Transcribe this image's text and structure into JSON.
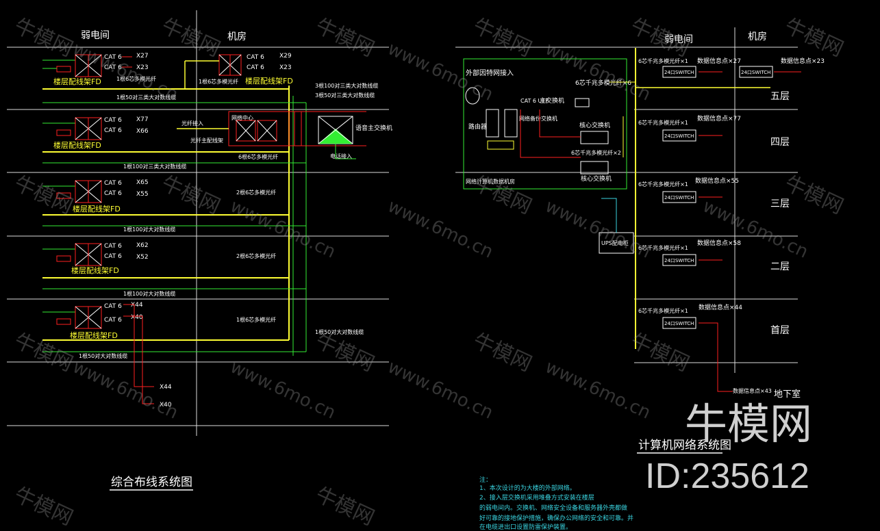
{
  "left": {
    "header_weak": "弱电间",
    "header_room": "机房",
    "title": "综合布线系统图",
    "cat6": "CAT 6",
    "floors": [
      {
        "fd": "楼层配线架FD",
        "x1": "X27",
        "x2": "X23",
        "note": "1根6芯多模光纤",
        "trunk": "1根50对三类大对数线缆"
      },
      {
        "fd": "楼层配线架FD",
        "x1": "X77",
        "x2": "X66",
        "note": "",
        "trunk": "1根100对三类大对数线缆"
      },
      {
        "fd": "楼层配线架FD",
        "x1": "X65",
        "x2": "X55",
        "note": "",
        "trunk": "1根100对大对数线缆"
      },
      {
        "fd": "楼层配线架FD",
        "x1": "X62",
        "x2": "X52",
        "note": "",
        "trunk": "1根100对大对数线缆"
      },
      {
        "fd": "楼层配线架FD",
        "x1": "X44",
        "x2": "X40",
        "note": "",
        "trunk": "1根50对大对数线缆"
      }
    ],
    "x44_out": "X44",
    "x40_out": "X40",
    "room": {
      "fd": "楼层配线架FD",
      "x1": "X29",
      "x2": "X23",
      "fiber_note": "1根6芯多模光纤",
      "cable_note_1": "3根100对三类大对数线缆",
      "cable_note_2": "3根50对三类大对数线缆",
      "net_center": "网络中心",
      "fiber_in": "光纤接入",
      "main_frame": "光纤主配线架",
      "voice_switch": "语音主交换机",
      "phone_in": "电话接入",
      "fiber_floor_notes": [
        "6根6芯多模光纤",
        "2根6芯多模光纤",
        "2根6芯多模光纤",
        "1根6芯多模光纤"
      ],
      "bottom_note": "1根50对大对数线缆"
    }
  },
  "right": {
    "header_weak": "弱电间",
    "header_room": "机房",
    "title": "计算机网络系统图",
    "external": "外部因特网接入",
    "router": "路由器",
    "main_switch": "主交换机",
    "backup_switch": "网络备份交换机",
    "core_switch": "核心交换机",
    "core_switch_label": "核心交换机",
    "fiber_6": "6芯千兆多模光纤×6",
    "fiber_2": "6芯千兆多模光纤×2",
    "server_room": "网络计算机数据机房",
    "ups": "UPS配电柜",
    "cat6_utp": "CAT 6 UTP",
    "switch24": "24口SWITCH",
    "fiber_short": "6芯千兆多模光纤×1",
    "floors": [
      {
        "label": "五层",
        "points": "数据信息点×27",
        "extra": "数据信息点×23"
      },
      {
        "label": "四层",
        "points": "数据信息点×77",
        "extra": ""
      },
      {
        "label": "三层",
        "points": "数据信息点×55",
        "extra": ""
      },
      {
        "label": "二层",
        "points": "数据信息点×58",
        "extra": ""
      },
      {
        "label": "首层",
        "points": "数据信息点×44",
        "extra": ""
      }
    ],
    "basement": "地下室",
    "basement_points": "数据信息点×43",
    "notes": [
      "注：",
      "1、本次设计的为大楼的外部网络。",
      "2、接入层交换机采用堆叠方式安装在楼层",
      "的弱电间内。交换机、网络安全设备和服务器外壳都做",
      "好可靠的接地保护措施，确保办公网络的安全和可靠。并",
      "在电缆进出口设置防雷保护装置。"
    ]
  },
  "watermark": {
    "cn": "牛模网",
    "url": "www.6mo.cn"
  },
  "brand": {
    "name": "牛模网",
    "id": "ID:235612"
  },
  "colors": {
    "yellow": "#ffff33",
    "red": "#ff2020",
    "green": "#33ee33",
    "cyan": "#3ad4e0",
    "white": "#ffffff",
    "gray": "#9a9a9a"
  }
}
